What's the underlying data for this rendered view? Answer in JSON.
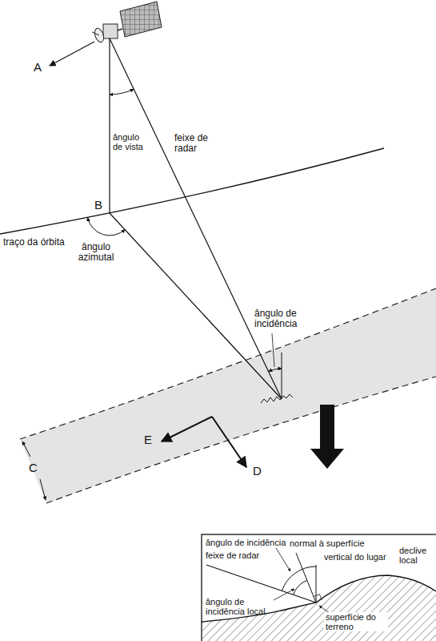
{
  "diagram": {
    "labels": [
      "A",
      "ângulo de vista",
      "feixe de radar",
      "B",
      "ângulo azimutal",
      "ângulo de incidência",
      "traço da órbita",
      "E",
      "D",
      "C",
      "ângulo de incidência",
      "normal à superfície",
      "vertical do lugar",
      "declive local",
      "feixe de radar",
      "ângulo de incidência local",
      "superfície do terreno"
    ]
  }
}
